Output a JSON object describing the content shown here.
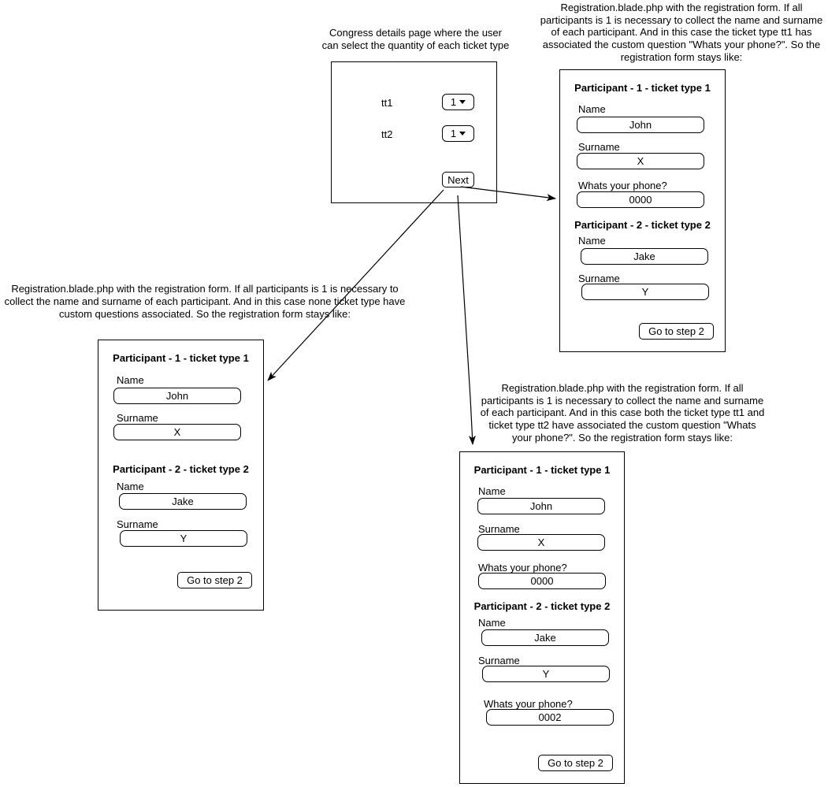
{
  "congress": {
    "caption_lines": [
      "Congress details page where the user",
      "can select the quantity of each ticket type"
    ],
    "ticket_rows": [
      {
        "label": "tt1",
        "quantity": "1"
      },
      {
        "label": "tt2",
        "quantity": "1"
      }
    ],
    "next_button": "Next"
  },
  "notes": {
    "tt1_only": {
      "lines": [
        "Registration.blade.php with the registration form. If all",
        "participants is 1 is necessary to collect the name and surname",
        "of each participant. And in this case the ticket type tt1 has",
        "associated the custom question \"Whats your phone?\". So the",
        "registration form stays like:"
      ]
    },
    "none": {
      "lines": [
        "Registration.blade.php with the registration form. If all participants is 1 is necessary to",
        "collect the name and surname of each participant. And in this case none ticket type have",
        "custom questions associated. So the registration form stays like:"
      ]
    },
    "both": {
      "lines": [
        "Registration.blade.php with the registration form. If all",
        "participants is 1 is necessary to collect the name and surname",
        "of each participant. And in this case both the ticket type tt1 and",
        "ticket type tt2 have associated the custom question \"Whats",
        "your phone?\". So the registration form stays like:"
      ]
    }
  },
  "forms": {
    "tt1_only": {
      "sections": [
        {
          "heading": "Participant - 1 - ticket type 1",
          "fields": [
            {
              "label": "Name",
              "value": "John"
            },
            {
              "label": "Surname",
              "value": "X"
            },
            {
              "label": "Whats your phone?",
              "value": "0000"
            }
          ]
        },
        {
          "heading": "Participant - 2 - ticket type 2",
          "fields": [
            {
              "label": "Name",
              "value": "Jake"
            },
            {
              "label": "Surname",
              "value": "Y"
            }
          ]
        }
      ],
      "button": "Go to step 2"
    },
    "none": {
      "sections": [
        {
          "heading": "Participant - 1 - ticket type 1",
          "fields": [
            {
              "label": "Name",
              "value": "John"
            },
            {
              "label": "Surname",
              "value": "X"
            }
          ]
        },
        {
          "heading": "Participant - 2 - ticket type 2",
          "fields": [
            {
              "label": "Name",
              "value": "Jake"
            },
            {
              "label": "Surname",
              "value": "Y"
            }
          ]
        }
      ],
      "button": "Go to step 2"
    },
    "both": {
      "sections": [
        {
          "heading": "Participant - 1 - ticket type 1",
          "fields": [
            {
              "label": "Name",
              "value": "John"
            },
            {
              "label": "Surname",
              "value": "X"
            },
            {
              "label": "Whats your phone?",
              "value": "0000"
            }
          ]
        },
        {
          "heading": "Participant - 2 - ticket type 2",
          "fields": [
            {
              "label": "Name",
              "value": "Jake"
            },
            {
              "label": "Surname",
              "value": "Y"
            },
            {
              "label": "Whats your phone?",
              "value": "0002"
            }
          ]
        }
      ],
      "button": "Go to step 2"
    }
  }
}
